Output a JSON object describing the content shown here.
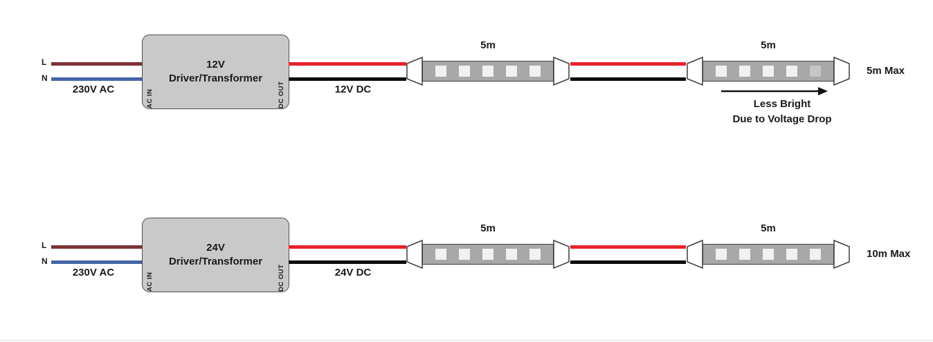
{
  "colors": {
    "wire_live": "#7d3236",
    "wire_neutral": "#4565a8",
    "wire_positive": "#e8232b",
    "wire_negative": "#0d0d0d",
    "box_fill": "#c9c9c9",
    "box_border": "#4d4d4d",
    "strip_fill": "#a8a8a8",
    "strip_border": "#3c3c3c",
    "led_fill": "#f1f1f1",
    "led_dim": "#c6c6c6",
    "cap_fill": "#ffffff",
    "cap_border": "#3c3c3c",
    "arrow": "#111111",
    "text": "#1a1a1a"
  },
  "strips": {
    "led_count": 5
  },
  "diagrams": [
    {
      "live_label": "L",
      "neutral_label": "N",
      "input_voltage": "230V AC",
      "driver_line1": "12V",
      "driver_line2": "Driver/Transformer",
      "ac_in_label": "AC IN",
      "dc_out_label": "DC OUT",
      "dc_voltage": "12V DC",
      "strip1_length": "5m",
      "strip2_length": "5m",
      "max_run_label": "5m Max",
      "annotation_line1": "Less Bright",
      "annotation_line2": "Due to Voltage Drop"
    },
    {
      "live_label": "L",
      "neutral_label": "N",
      "input_voltage": "230V AC",
      "driver_line1": "24V",
      "driver_line2": "Driver/Transformer",
      "ac_in_label": "AC IN",
      "dc_out_label": "DC OUT",
      "dc_voltage": "24V DC",
      "strip1_length": "5m",
      "strip2_length": "5m",
      "max_run_label": "10m Max"
    }
  ]
}
